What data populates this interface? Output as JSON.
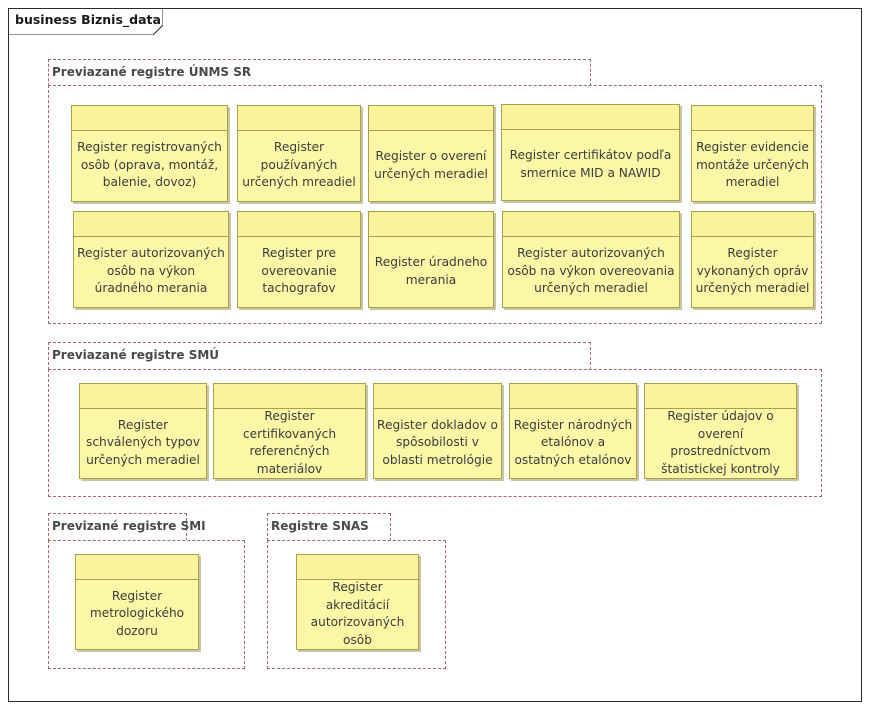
{
  "diagram": {
    "title": "business Biznis_data",
    "packages": [
      {
        "label": "Previazané registre ÚNMS SR",
        "elements": [
          "Register registrovaných osôb (oprava, montáž, balenie, dovoz)",
          "Register používaných určených mreadiel",
          "Register o overení určených meradiel",
          "Register certifikátov podľa smernice MID a NAWID",
          "Register evidencie montáže určených meradiel",
          "Register autorizovaných osôb na výkon úradného merania",
          "Register pre overeovanie tachografov",
          "Register úradneho merania",
          "Register autorizovaných osôb na výkon overeovania určených meradiel",
          "Register vykonaných opráv určených meradiel"
        ]
      },
      {
        "label": "Previazané registre SMÚ",
        "elements": [
          "Register schválených typov určených meradiel",
          "Register certifikovaných referenčných materiálov",
          "Register dokladov o spôsobilosti v oblasti metrológie",
          "Register národných etalónov a ostatných etalónov",
          "Register údajov o overení prostredníctvom štatistickej kontroly"
        ]
      },
      {
        "label": "Previzané registre SMI",
        "elements": [
          "Register metrologického dozoru"
        ]
      },
      {
        "label": "Registre SNAS",
        "elements": [
          "Register akreditácií autorizovaných osôb"
        ]
      }
    ]
  }
}
